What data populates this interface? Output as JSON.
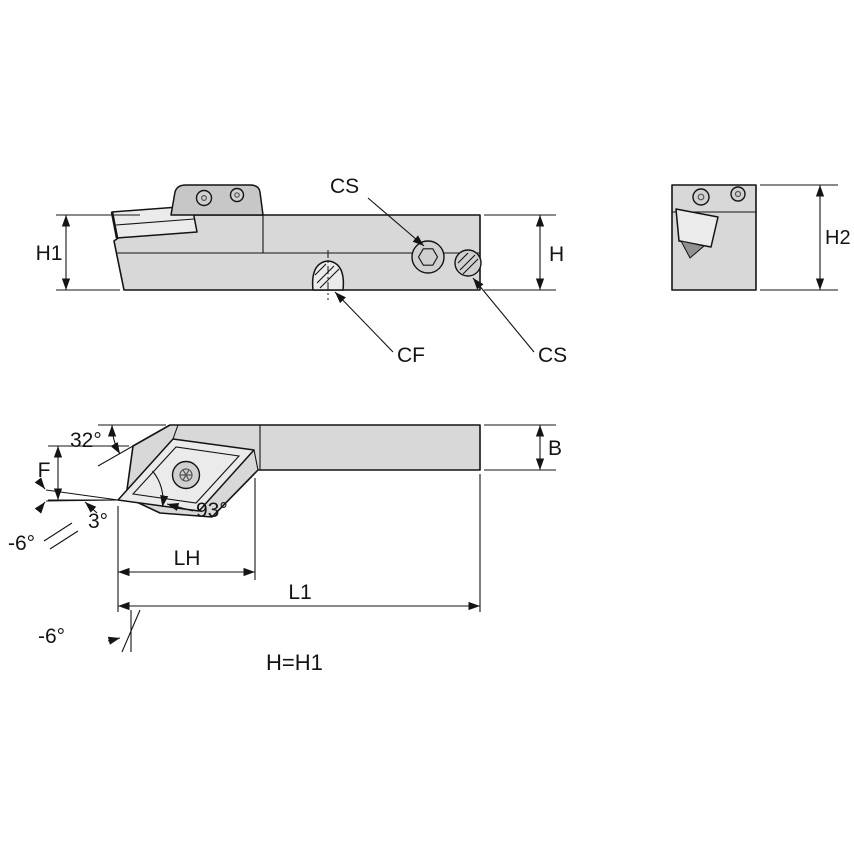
{
  "colors": {
    "line": "#141414",
    "body": "#d8d8d8",
    "insert": "#ebebeb",
    "clamp": "#c7c7c7",
    "screw": "#d0d0d0",
    "background": "#ffffff"
  },
  "side_view": {
    "h1": "H1",
    "h": "H",
    "cs_top": "CS",
    "cf": "CF",
    "cs_bottom": "CS"
  },
  "end_view": {
    "h2": "H2"
  },
  "top_view": {
    "head_angle": "32°",
    "f": "F",
    "end_edge_angle": "3°",
    "corner_angle": "93°",
    "side_rake": "-6°",
    "lh": "LH",
    "l1": "L1",
    "back_rake": "-6°",
    "b": "B"
  },
  "note": {
    "height_equality": "H=H1"
  }
}
